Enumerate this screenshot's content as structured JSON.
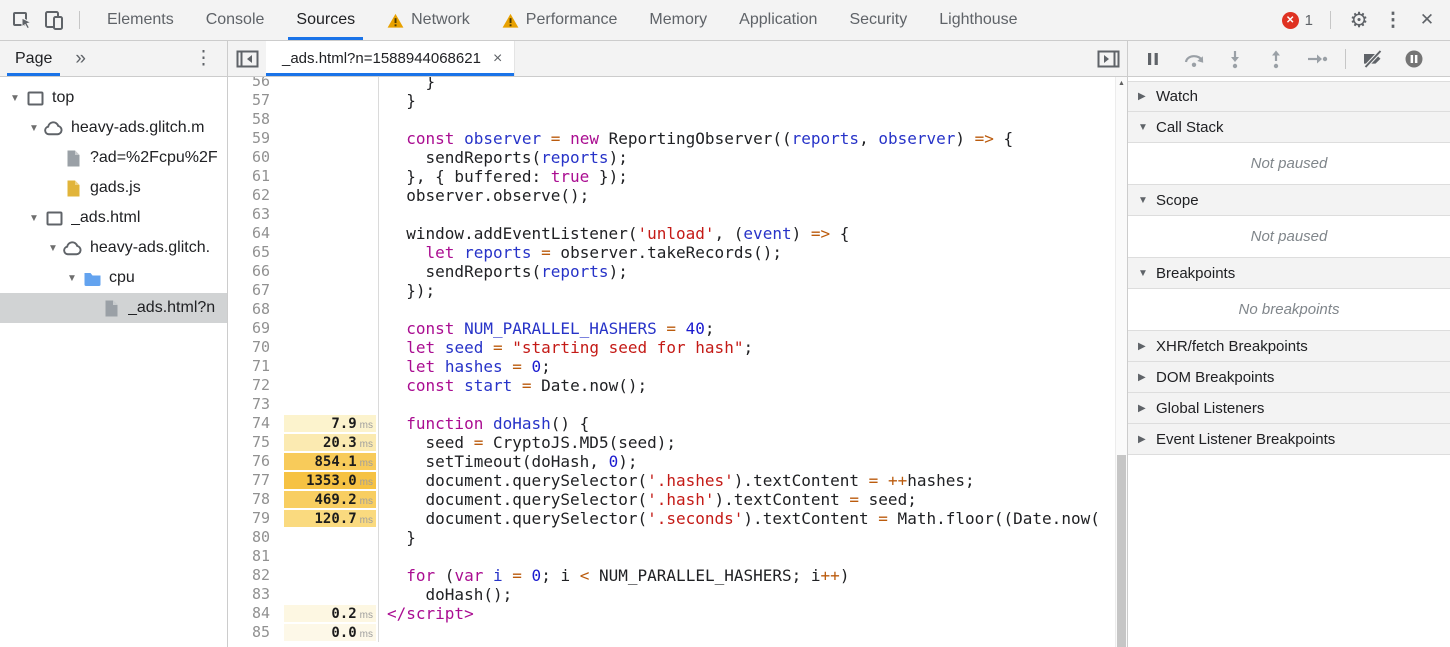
{
  "icons": {
    "more_tabs": "»",
    "nav_menu": "⋮",
    "gear": "⚙",
    "overflow": "⋮",
    "close": "✕",
    "badge_x": "✕",
    "scroll_up": "▲",
    "expanded_arrow": "▼",
    "collapsed_arrow": "▶"
  },
  "toolbar": {
    "tabs": [
      {
        "label": "Elements"
      },
      {
        "label": "Console"
      },
      {
        "label": "Sources",
        "active": true
      },
      {
        "label": "Network",
        "warning": true
      },
      {
        "label": "Performance",
        "warning": true
      },
      {
        "label": "Memory"
      },
      {
        "label": "Application"
      },
      {
        "label": "Security"
      },
      {
        "label": "Lighthouse"
      }
    ],
    "error_badge": {
      "count": "1"
    }
  },
  "navigator": {
    "tab_label": "Page",
    "tree": [
      {
        "label": "top",
        "type": "frame",
        "depth": 0,
        "expanded": true
      },
      {
        "label": "heavy-ads.glitch.m",
        "type": "cloud",
        "depth": 1,
        "expanded": true
      },
      {
        "label": "?ad=%2Fcpu%2F",
        "type": "file",
        "depth": 2
      },
      {
        "label": "gads.js",
        "type": "file-js",
        "depth": 2
      },
      {
        "label": "_ads.html",
        "type": "frame",
        "depth": 1,
        "expanded": true
      },
      {
        "label": "heavy-ads.glitch.",
        "type": "cloud",
        "depth": 2,
        "expanded": true
      },
      {
        "label": "cpu",
        "type": "folder",
        "depth": 3,
        "expanded": true
      },
      {
        "label": "_ads.html?n",
        "type": "file",
        "depth": 4,
        "selected": true
      }
    ]
  },
  "editor": {
    "tab": {
      "label": "_ads.html?n=1588944068621",
      "close_icon": "×"
    },
    "ms_label": "ms",
    "lines": [
      {
        "n": 56,
        "tokens": [
          [
            "pl",
            "    }"
          ]
        ]
      },
      {
        "n": 57,
        "tokens": [
          [
            "pl",
            "  }"
          ]
        ]
      },
      {
        "n": 58,
        "tokens": []
      },
      {
        "n": 59,
        "tokens": [
          [
            "pl",
            "  "
          ],
          [
            "kw",
            "const"
          ],
          [
            "pl",
            " "
          ],
          [
            "def",
            "observer"
          ],
          [
            "pl",
            " "
          ],
          [
            "op",
            "="
          ],
          [
            "pl",
            " "
          ],
          [
            "kw",
            "new"
          ],
          [
            "pl",
            " ReportingObserver(("
          ],
          [
            "def",
            "reports"
          ],
          [
            "pl",
            ", "
          ],
          [
            "def",
            "observer"
          ],
          [
            "pl",
            ") "
          ],
          [
            "op",
            "=>"
          ],
          [
            "pl",
            " {"
          ]
        ]
      },
      {
        "n": 60,
        "tokens": [
          [
            "pl",
            "    sendReports("
          ],
          [
            "def",
            "reports"
          ],
          [
            "pl",
            ");"
          ]
        ]
      },
      {
        "n": 61,
        "tokens": [
          [
            "pl",
            "  }, { buffered: "
          ],
          [
            "kw",
            "true"
          ],
          [
            "pl",
            " });"
          ]
        ]
      },
      {
        "n": 62,
        "tokens": [
          [
            "pl",
            "  observer.observe();"
          ]
        ]
      },
      {
        "n": 63,
        "tokens": []
      },
      {
        "n": 64,
        "tokens": [
          [
            "pl",
            "  window.addEventListener("
          ],
          [
            "str",
            "'unload'"
          ],
          [
            "pl",
            ", ("
          ],
          [
            "def",
            "event"
          ],
          [
            "pl",
            ") "
          ],
          [
            "op",
            "=>"
          ],
          [
            "pl",
            " {"
          ]
        ]
      },
      {
        "n": 65,
        "tokens": [
          [
            "pl",
            "    "
          ],
          [
            "kw",
            "let"
          ],
          [
            "pl",
            " "
          ],
          [
            "def",
            "reports"
          ],
          [
            "pl",
            " "
          ],
          [
            "op",
            "="
          ],
          [
            "pl",
            " observer.takeRecords();"
          ]
        ]
      },
      {
        "n": 66,
        "tokens": [
          [
            "pl",
            "    sendReports("
          ],
          [
            "def",
            "reports"
          ],
          [
            "pl",
            ");"
          ]
        ]
      },
      {
        "n": 67,
        "tokens": [
          [
            "pl",
            "  });"
          ]
        ]
      },
      {
        "n": 68,
        "tokens": []
      },
      {
        "n": 69,
        "tokens": [
          [
            "pl",
            "  "
          ],
          [
            "kw",
            "const"
          ],
          [
            "pl",
            " "
          ],
          [
            "def",
            "NUM_PARALLEL_HASHERS"
          ],
          [
            "pl",
            " "
          ],
          [
            "op",
            "="
          ],
          [
            "pl",
            " "
          ],
          [
            "num",
            "40"
          ],
          [
            "pl",
            ";"
          ]
        ]
      },
      {
        "n": 70,
        "tokens": [
          [
            "pl",
            "  "
          ],
          [
            "kw",
            "let"
          ],
          [
            "pl",
            " "
          ],
          [
            "def",
            "seed"
          ],
          [
            "pl",
            " "
          ],
          [
            "op",
            "="
          ],
          [
            "pl",
            " "
          ],
          [
            "str",
            "\"starting seed for hash\""
          ],
          [
            "pl",
            ";"
          ]
        ]
      },
      {
        "n": 71,
        "tokens": [
          [
            "pl",
            "  "
          ],
          [
            "kw",
            "let"
          ],
          [
            "pl",
            " "
          ],
          [
            "def",
            "hashes"
          ],
          [
            "pl",
            " "
          ],
          [
            "op",
            "="
          ],
          [
            "pl",
            " "
          ],
          [
            "num",
            "0"
          ],
          [
            "pl",
            ";"
          ]
        ]
      },
      {
        "n": 72,
        "tokens": [
          [
            "pl",
            "  "
          ],
          [
            "kw",
            "const"
          ],
          [
            "pl",
            " "
          ],
          [
            "def",
            "start"
          ],
          [
            "pl",
            " "
          ],
          [
            "op",
            "="
          ],
          [
            "pl",
            " Date.now();"
          ]
        ]
      },
      {
        "n": 73,
        "tokens": []
      },
      {
        "n": 74,
        "ms": "7.9",
        "badge": "#fcf3cd",
        "tokens": [
          [
            "pl",
            "  "
          ],
          [
            "kw",
            "function"
          ],
          [
            "pl",
            " "
          ],
          [
            "def",
            "doHash"
          ],
          [
            "pl",
            "() {"
          ]
        ]
      },
      {
        "n": 75,
        "ms": "20.3",
        "badge": "#fbeab1",
        "tokens": [
          [
            "pl",
            "    seed "
          ],
          [
            "op",
            "="
          ],
          [
            "pl",
            " CryptoJS.MD5(seed);"
          ]
        ]
      },
      {
        "n": 76,
        "ms": "854.1",
        "badge": "#f8cb5a",
        "hot": true,
        "tokens": [
          [
            "pl",
            "    setTimeout(doHash, "
          ],
          [
            "num",
            "0"
          ],
          [
            "pl",
            ");"
          ]
        ]
      },
      {
        "n": 77,
        "ms": "1353.0",
        "badge": "#f6c243",
        "hot": true,
        "tokens": [
          [
            "pl",
            "    document.querySelector("
          ],
          [
            "str",
            "'.hashes'"
          ],
          [
            "pl",
            ").textContent "
          ],
          [
            "op",
            "="
          ],
          [
            "pl",
            " "
          ],
          [
            "op",
            "++"
          ],
          [
            "pl",
            "hashes;"
          ]
        ]
      },
      {
        "n": 78,
        "ms": "469.2",
        "badge": "#f8ce61",
        "tokens": [
          [
            "pl",
            "    document.querySelector("
          ],
          [
            "str",
            "'.hash'"
          ],
          [
            "pl",
            ").textContent "
          ],
          [
            "op",
            "="
          ],
          [
            "pl",
            " seed;"
          ]
        ]
      },
      {
        "n": 79,
        "ms": "120.7",
        "badge": "#fada7f",
        "tokens": [
          [
            "pl",
            "    document.querySelector("
          ],
          [
            "str",
            "'.seconds'"
          ],
          [
            "pl",
            ").textContent "
          ],
          [
            "op",
            "="
          ],
          [
            "pl",
            " Math.floor((Date.now("
          ]
        ]
      },
      {
        "n": 80,
        "tokens": [
          [
            "pl",
            "  }"
          ]
        ]
      },
      {
        "n": 81,
        "tokens": []
      },
      {
        "n": 82,
        "tokens": [
          [
            "pl",
            "  "
          ],
          [
            "kw",
            "for"
          ],
          [
            "pl",
            " ("
          ],
          [
            "kw",
            "var"
          ],
          [
            "pl",
            " "
          ],
          [
            "def",
            "i"
          ],
          [
            "pl",
            " "
          ],
          [
            "op",
            "="
          ],
          [
            "pl",
            " "
          ],
          [
            "num",
            "0"
          ],
          [
            "pl",
            "; i "
          ],
          [
            "op",
            "<"
          ],
          [
            "pl",
            " NUM_PARALLEL_HASHERS; i"
          ],
          [
            "op",
            "++"
          ],
          [
            "pl",
            ")"
          ]
        ]
      },
      {
        "n": 83,
        "tokens": [
          [
            "pl",
            "    doHash();"
          ]
        ]
      },
      {
        "n": 84,
        "ms": "0.2",
        "badge": "#fdf7e2",
        "tokens": [
          [
            "tag",
            "</script>"
          ]
        ]
      },
      {
        "n": 85,
        "ms": "0.0",
        "badge": "#fdf8e8",
        "tokens": []
      }
    ]
  },
  "debugger": {
    "toolbar": [
      {
        "name": "pause-button",
        "icon": "pause",
        "enabled": true
      },
      {
        "name": "step-over-button",
        "icon": "stepover",
        "enabled": false
      },
      {
        "name": "step-into-button",
        "icon": "stepinto",
        "enabled": false
      },
      {
        "name": "step-out-button",
        "icon": "stepout",
        "enabled": false
      },
      {
        "name": "step-button",
        "icon": "step",
        "enabled": false
      },
      {
        "name": "deactivate-breakpoints-button",
        "icon": "deactivate",
        "enabled": true,
        "divider_before": true
      },
      {
        "name": "pause-on-exceptions-button",
        "icon": "pauseexc",
        "enabled": true
      }
    ],
    "sections": [
      {
        "label": "Watch",
        "expanded": false
      },
      {
        "label": "Call Stack",
        "expanded": true,
        "content": "Not paused"
      },
      {
        "label": "Scope",
        "expanded": true,
        "content": "Not paused"
      },
      {
        "label": "Breakpoints",
        "expanded": true,
        "content": "No breakpoints"
      },
      {
        "label": "XHR/fetch Breakpoints",
        "expanded": false
      },
      {
        "label": "DOM Breakpoints",
        "expanded": false
      },
      {
        "label": "Global Listeners",
        "expanded": false
      },
      {
        "label": "Event Listener Breakpoints",
        "expanded": false
      }
    ]
  },
  "colors": {
    "accent": "#1a73e8",
    "warning": "#e8a100",
    "error": "#df3222",
    "keyword": "#aa0d91",
    "definition": "#2733c8",
    "string": "#c41a16",
    "number": "#1a1acf",
    "operator": "#bb5b0d",
    "plain": "#202124",
    "tag": "#aa0d91",
    "line_number": "#919191",
    "ms_unit": "#9e9e9e",
    "badge_hot": "#f6c243",
    "badge_cool": "#fcf3cd"
  }
}
